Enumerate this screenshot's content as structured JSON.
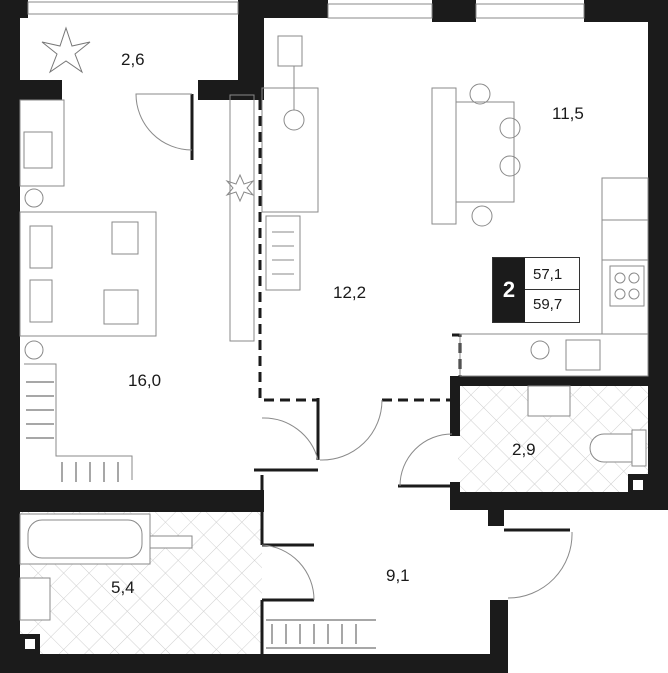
{
  "colors": {
    "wall": "#1b1b1b",
    "line": "#8a8a8a",
    "tile": "#c9c9c9"
  },
  "rooms": {
    "balcony": "2,6",
    "kitchen_living": "11,5",
    "hall_center": "12,2",
    "bedroom": "16,0",
    "wc": "2,9",
    "corridor": "9,1",
    "bathroom": "5,4"
  },
  "summary": {
    "rooms_count": "2",
    "living_area": "57,1",
    "total_area": "59,7"
  }
}
